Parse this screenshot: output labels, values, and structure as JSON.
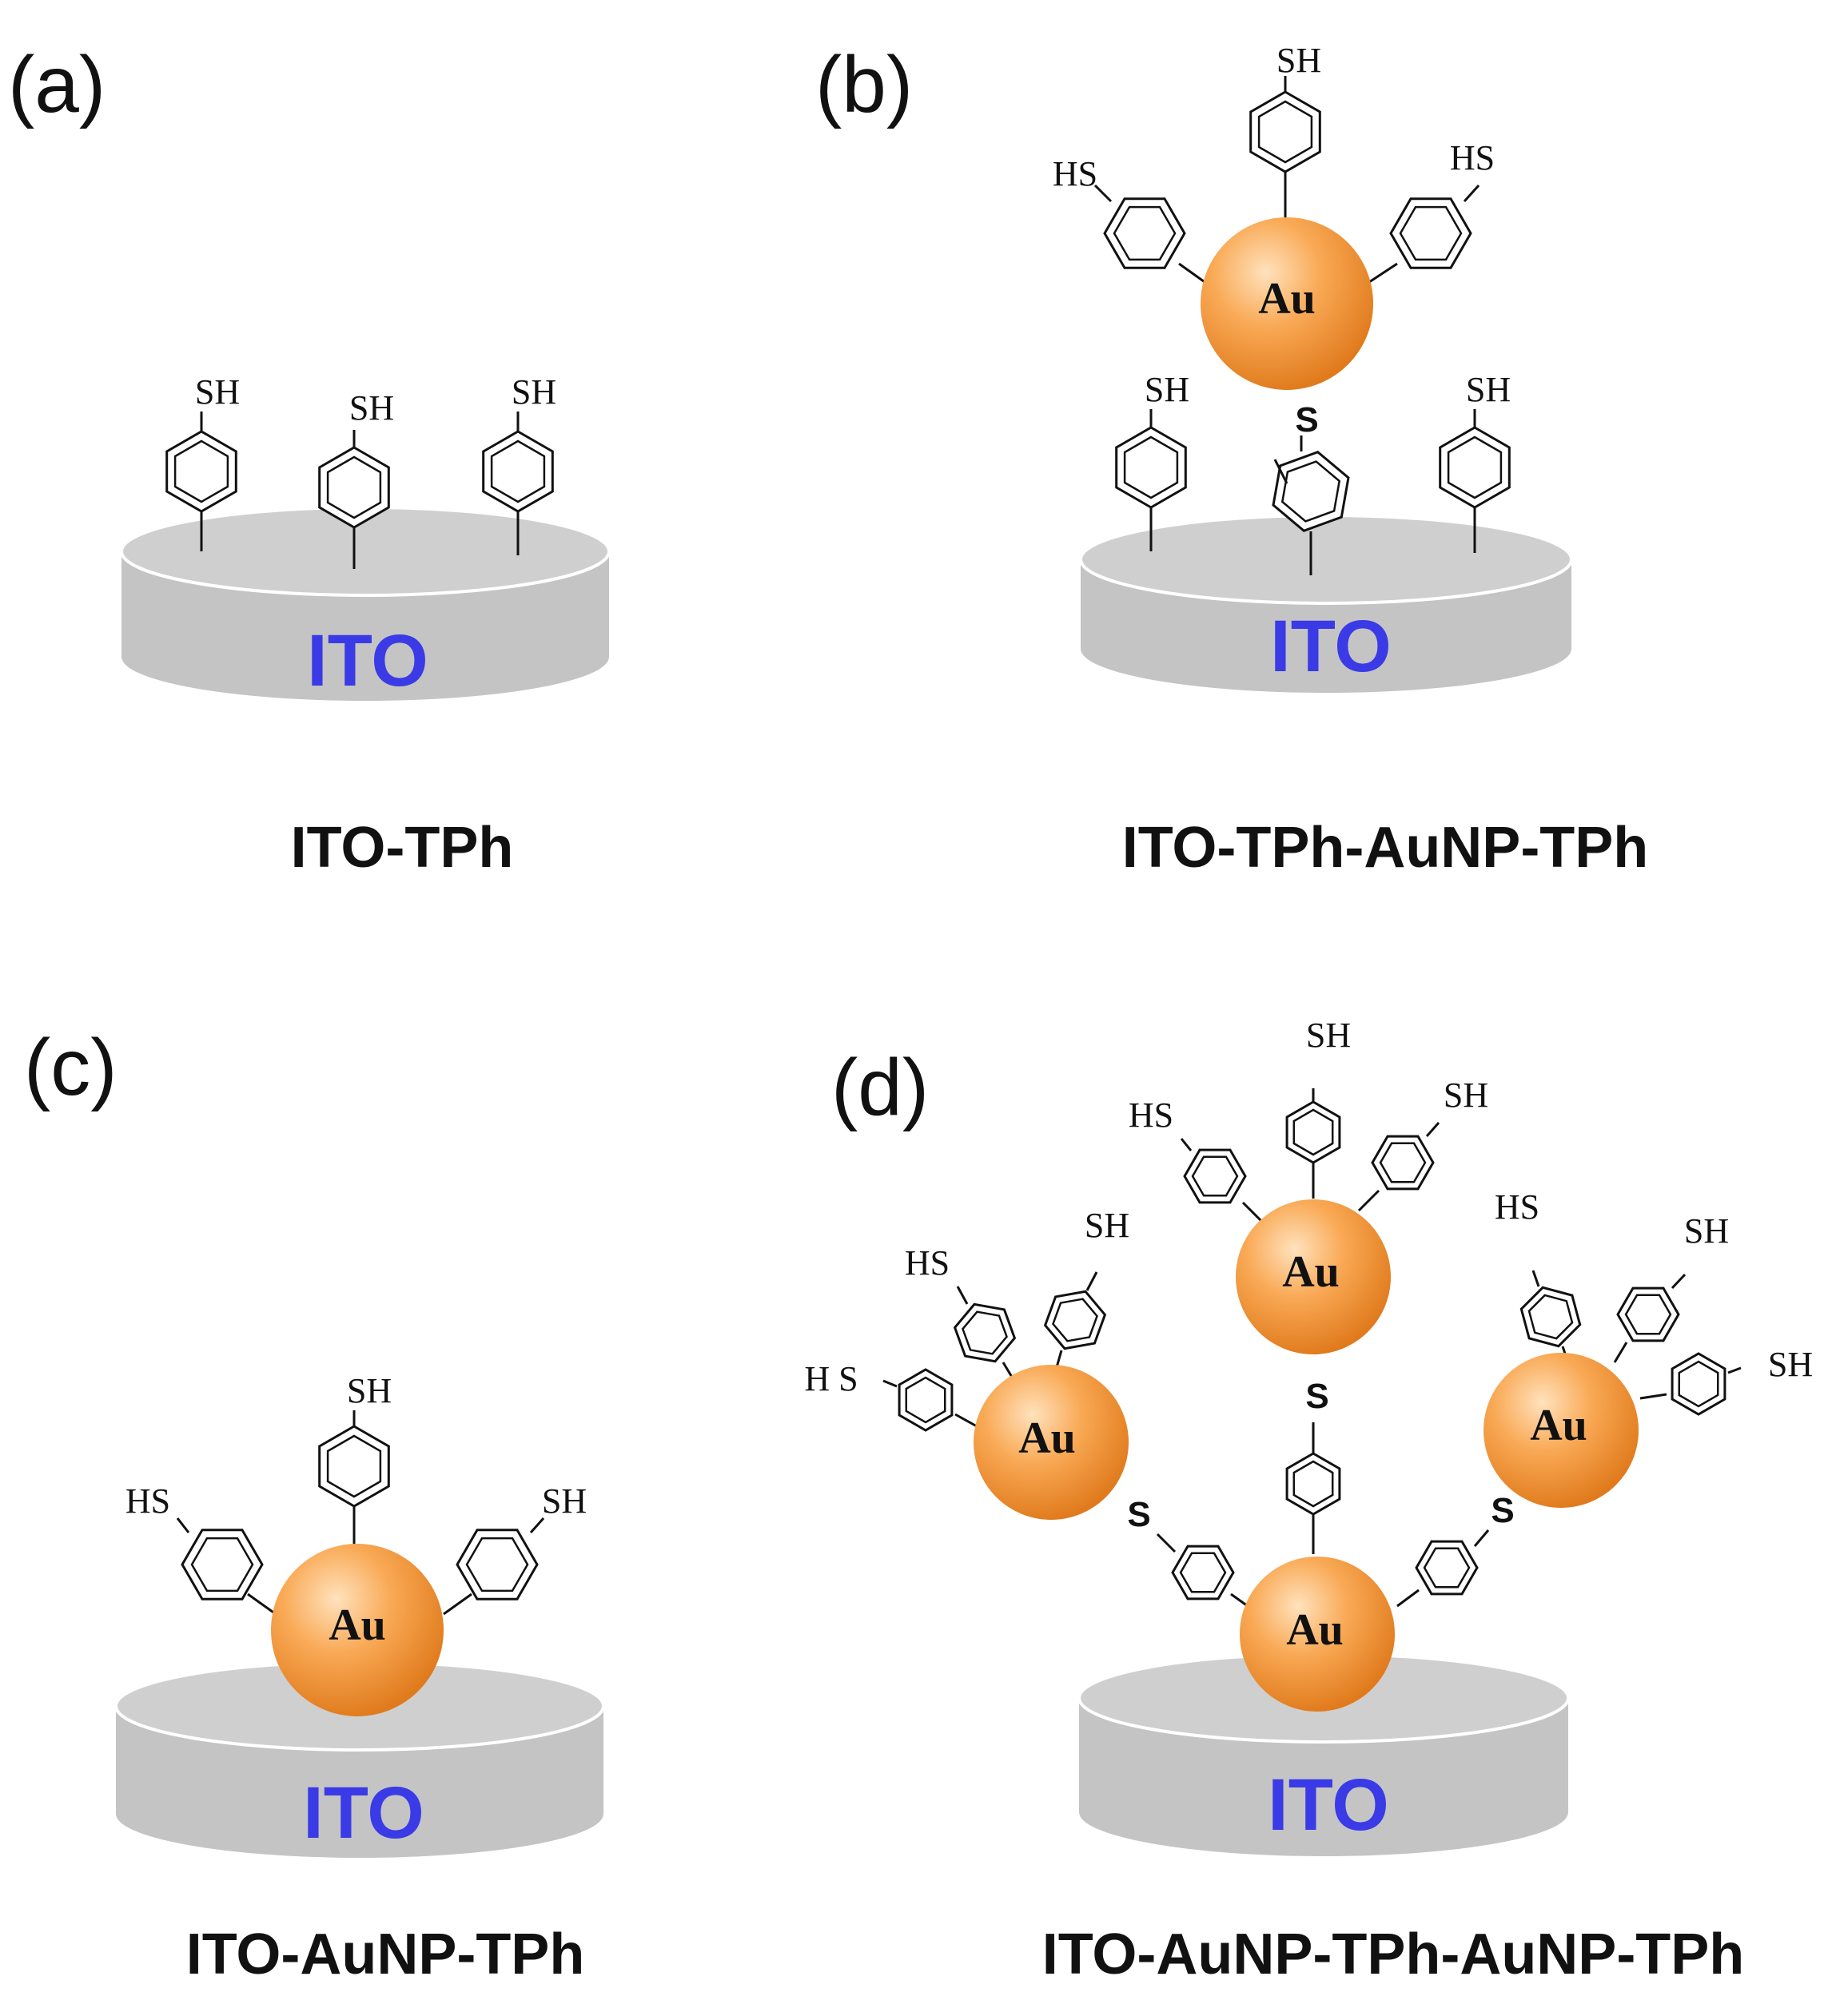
{
  "colors": {
    "ito_text": "#3a3ae6",
    "substrate_side": "#c4c4c4",
    "substrate_top": "#cfcfcf",
    "gold_light": "#ffd9a8",
    "gold_mid": "#f7a24a",
    "gold_dark": "#e07a1c"
  },
  "panels": {
    "a": {
      "label": "(a)",
      "substrate_label": "ITO",
      "caption": "ITO-TPh",
      "groups": [
        "SH",
        "SH",
        "SH"
      ]
    },
    "b": {
      "label": "(b)",
      "substrate_label": "ITO",
      "caption": "ITO-TPh-AuNP-TPh",
      "au_label": "Au",
      "groups": [
        "SH",
        "HS",
        "HS",
        "SH",
        "S",
        "SH"
      ]
    },
    "c": {
      "label": "(c)",
      "substrate_label": "ITO",
      "caption": "ITO-AuNP-TPh",
      "au_label": "Au",
      "groups": [
        "SH",
        "HS",
        "SH"
      ]
    },
    "d": {
      "label": "(d)",
      "substrate_label": "ITO",
      "caption": "ITO-AuNP-TPh-AuNP-TPh",
      "au_label": "Au",
      "groups": [
        "SH",
        "HS",
        "SH",
        "HS",
        "SH",
        "H S",
        "HS",
        "SH",
        "SH",
        "S",
        "S",
        "S"
      ]
    }
  }
}
